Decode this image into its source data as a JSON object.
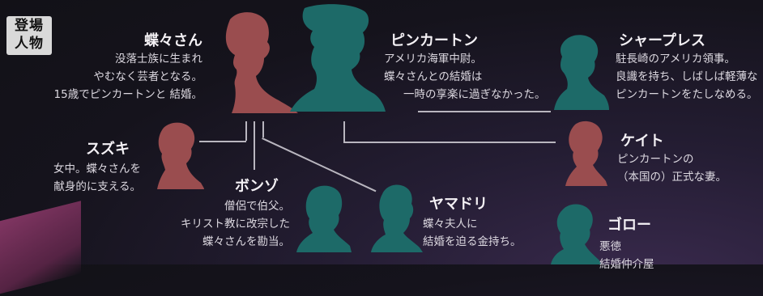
{
  "badge": {
    "line1": "登場",
    "line2": "人物"
  },
  "colors": {
    "female": "#9a4d4f",
    "male": "#1d6a68"
  },
  "characters": [
    {
      "id": "chocho",
      "name": "蝶々さん",
      "lines": [
        "没落士族に生まれ",
        "やむなく芸者となる。",
        "15歳でピンカートンと 結婚。"
      ]
    },
    {
      "id": "pinkerton",
      "name": "ピンカートン",
      "lines": [
        "アメリカ海軍中尉。",
        "蝶々さんとの結婚は",
        "一時の享楽に過ぎなかった。"
      ]
    },
    {
      "id": "sharpless",
      "name": "シャープレス",
      "lines": [
        "駐長崎のアメリカ領事。",
        "良識を持ち、しばしば軽薄な",
        "ピンカートンをたしなめる。"
      ]
    },
    {
      "id": "suzuki",
      "name": "スズキ",
      "lines": [
        "女中。蝶々さんを",
        "献身的に支える。"
      ]
    },
    {
      "id": "kate",
      "name": "ケイト",
      "lines": [
        "ピンカートンの",
        "（本国の）正式な妻。"
      ]
    },
    {
      "id": "bonze",
      "name": "ボンゾ",
      "lines": [
        "僧侶で伯父。",
        "キリスト教に改宗した",
        "蝶々さんを勘当。"
      ]
    },
    {
      "id": "yamadori",
      "name": "ヤマドリ",
      "lines": [
        "蝶々夫人に",
        "結婚を迫る金持ち。"
      ]
    },
    {
      "id": "goro",
      "name": "ゴロー",
      "lines": [
        "悪徳",
        "結婚仲介屋"
      ]
    }
  ]
}
